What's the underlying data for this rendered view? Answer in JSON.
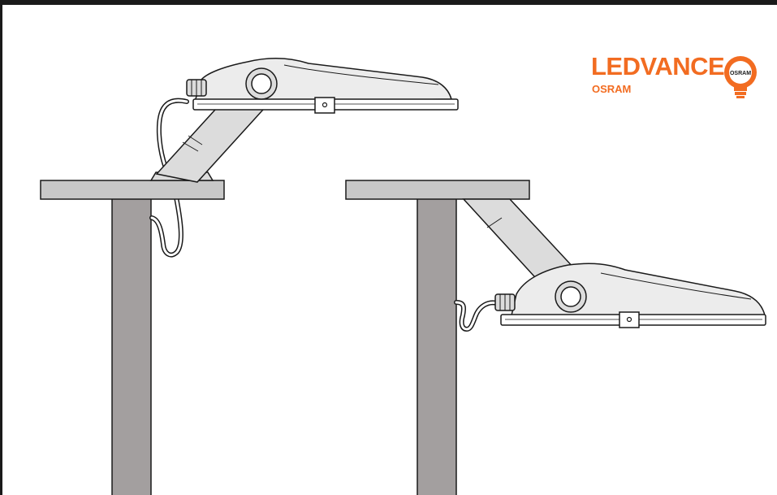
{
  "logo": {
    "brand": "LEDVANCE",
    "sub_brand": "OSRAM",
    "bulb_text": "OSRAM",
    "color": "#f26c21"
  },
  "colors": {
    "tabletop": "#c8c8c8",
    "leg": "#a39f9f",
    "arm": "#dcdcdc",
    "lamp_head": "#ececec",
    "outline": "#1a1a1a"
  }
}
